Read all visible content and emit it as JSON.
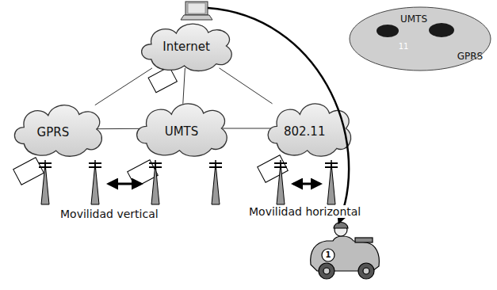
{
  "diagram": {
    "nodes": [
      {
        "text": [
          "Internet"
        ]
      },
      {
        "text": [
          "GPRS"
        ]
      },
      {
        "text": [
          "UMTS"
        ],
        "in": 1
      },
      {
        "text": [
          "11"
        ],
        "in": 2
      },
      {
        "text": [
          "GPRS"
        ]
      },
      {
        "text": [
          "UMTS"
        ]
      },
      {
        "text": [
          "802.11"
        ]
      }
    ],
    "edges": [
      {
        "from": 0,
        "to": 4,
        "arrow": "none"
      },
      {
        "from": 0,
        "to": 5,
        "arrow": "none"
      },
      {
        "from": 0,
        "to": 6,
        "arrow": "none"
      },
      {
        "from": 4,
        "to": 5,
        "arrow": "none"
      },
      {
        "from": 5,
        "to": 6,
        "arrow": "none"
      }
    ],
    "labels": [
      "Movilidad vertical",
      "Movilidad horizontal",
      "1"
    ]
  }
}
